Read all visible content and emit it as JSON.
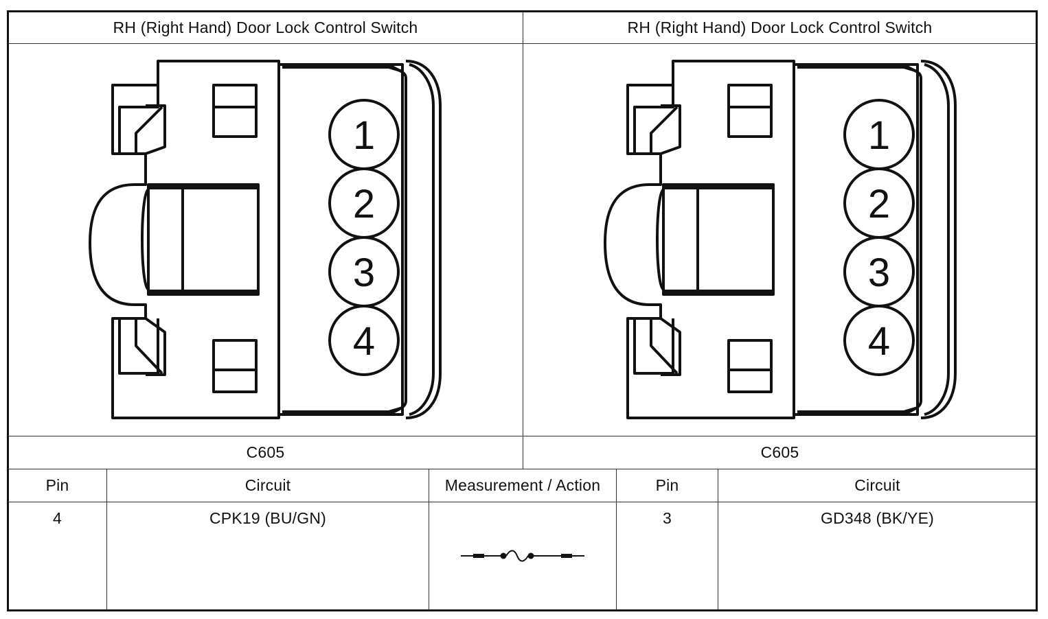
{
  "panels": [
    {
      "title": "RH (Right Hand) Door Lock Control Switch",
      "connector": "C605",
      "pins": [
        "1",
        "2",
        "3",
        "4"
      ]
    },
    {
      "title": "RH (Right Hand) Door Lock Control Switch",
      "connector": "C605",
      "pins": [
        "1",
        "2",
        "3",
        "4"
      ]
    }
  ],
  "table": {
    "headers": {
      "pin_a": "Pin",
      "circuit_a": "Circuit",
      "measurement": "Measurement / Action",
      "pin_b": "Pin",
      "circuit_b": "Circuit"
    },
    "row": {
      "pin_a": "4",
      "circuit_a": "CPK19 (BU/GN)",
      "measurement_icon": "continuity-check-icon",
      "pin_b": "3",
      "circuit_b": "GD348 (BK/YE)"
    }
  }
}
